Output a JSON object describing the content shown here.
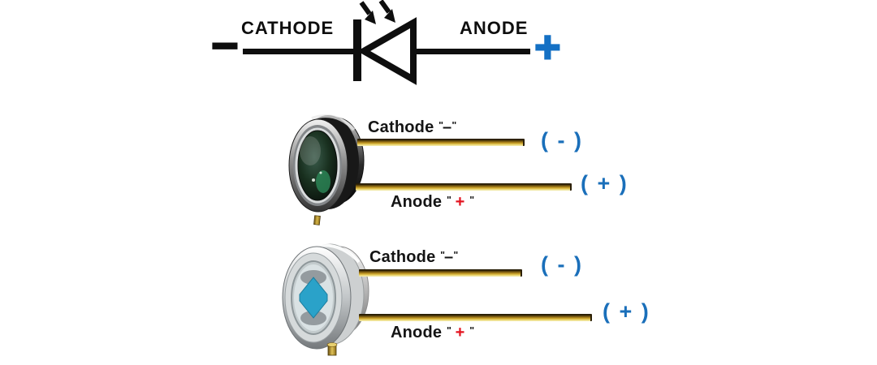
{
  "colors": {
    "accent_blue": "#1470c4",
    "marker_blue": "#1a6fba",
    "accent_red": "#e3131f",
    "ink": "#0e0e0e",
    "lead_gold": "#cfa92f",
    "chip_teal": "#2aa2c9",
    "lens_green": "#2d8f5c"
  },
  "icons": {
    "light_arrows": "two incident-light arrows pointing at diode",
    "diode_triangle": "photodiode symbol triangle with cathode bar"
  },
  "schematic": {
    "cathode_label": "CATHODE",
    "anode_label": "ANODE",
    "negative_sign": "−",
    "positive_sign": "+"
  },
  "photodiodes": [
    {
      "cathode": {
        "label": "Cathode",
        "open_quote": "\"",
        "sign": "–",
        "close_quote": "\"",
        "marker": "( - )"
      },
      "anode": {
        "label": "Anode",
        "open_quote": "\"",
        "sign": "+",
        "close_quote": "\"",
        "marker": "( + )"
      }
    },
    {
      "cathode": {
        "label": "Cathode",
        "open_quote": "\"",
        "sign": "–",
        "close_quote": "\"",
        "marker": "( - )"
      },
      "anode": {
        "label": "Anode",
        "open_quote": "\"",
        "sign": "+",
        "close_quote": "\"",
        "marker": "( + )"
      }
    }
  ]
}
